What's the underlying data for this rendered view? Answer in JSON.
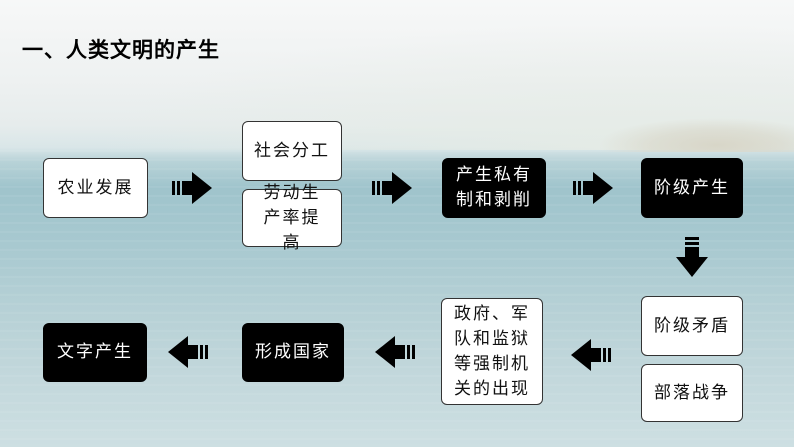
{
  "title": "一、人类文明的产生",
  "nodes": {
    "agriculture": "农业发展",
    "division_of_labor": "社会分工",
    "productivity": "劳动生产率提高",
    "private_property": "产生私有制和剥削",
    "classes": "阶级产生",
    "class_conflict": "阶级矛盾",
    "tribal_war": "部落战争",
    "state_organs": "政府、军队和监狱等强制机关的出现",
    "state": "形成国家",
    "writing": "文字产生"
  },
  "colors": {
    "dark_box": "#000000",
    "light_box": "#ffffff",
    "arrow": "#000000"
  },
  "icons": {
    "flow_arrow": "striped-block-arrow"
  }
}
